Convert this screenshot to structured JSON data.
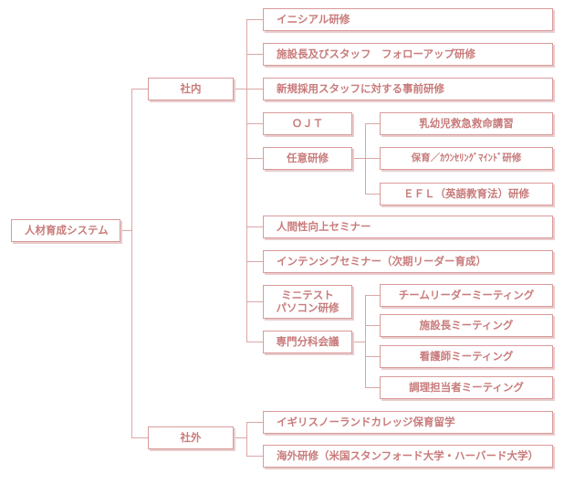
{
  "root": {
    "label": "人材育成システム"
  },
  "groups": [
    {
      "label": "社内"
    },
    {
      "label": "社外"
    }
  ],
  "internal": {
    "initial": "イニシアル研修",
    "facility_staff_followup": "施設長及びスタッフ　フォローアップ研修",
    "new_hire_pretraining": "新規採用スタッフに対する事前研修",
    "ojt": "ＯＪＴ",
    "optional": {
      "label": "任意研修",
      "items": [
        "乳幼児救急救命講習",
        "保育／ｶｳﾝｾﾘﾝｸﾞﾏｲﾝﾄﾞ研修",
        "ＥＦＬ（英語教育法）研修"
      ]
    },
    "human_seminar": "人間性向上セミナー",
    "intensive_seminar": "インテンシブセミナー（次期リーダー育成）",
    "mini_test": {
      "line1": "ミニテスト",
      "line2": "パソコン研修"
    },
    "specialty": {
      "label": "専門分科会議",
      "items": [
        "チームリーダーミーティング",
        "施設長ミーティング",
        "看護師ミーティング",
        "調理担当者ミーティング"
      ]
    }
  },
  "external": {
    "items": [
      "イギリスノーランドカレッジ保育留学",
      "海外研修（米国スタンフォード大学・ハーバード大学）"
    ]
  }
}
